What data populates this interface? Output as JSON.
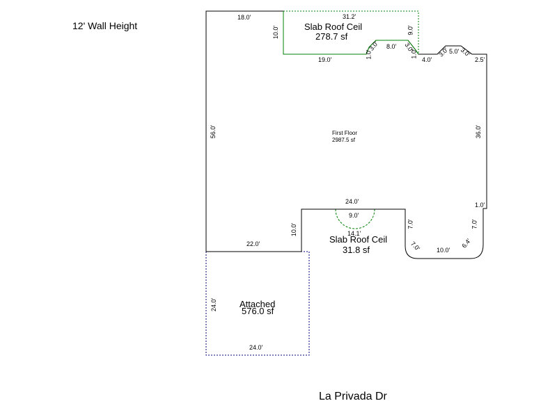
{
  "wall_height": "12' Wall Height",
  "street": "La Privada Dr",
  "colors": {
    "wall": "#000000",
    "slab": "#008000",
    "attached": "#000080"
  },
  "areas": {
    "first_floor": {
      "name": "First Floor",
      "area": "2987.5 sf"
    },
    "slab_top": {
      "name": "Slab Roof Ceil",
      "area": "278.7 sf"
    },
    "slab_bottom": {
      "name": "Slab Roof Ceil",
      "area": "31.8 sf"
    },
    "attached": {
      "name": "Attached",
      "area": "576.0 sf"
    }
  },
  "dims": {
    "top_18": "18.0'",
    "top_31_2": "31.2'",
    "left_10_top": "10.0'",
    "right_9_top": "9.0'",
    "bot_19": "19.0'",
    "seg_1": "1.0'",
    "seg_3a": "3.0'",
    "seg_8": "8.0'",
    "seg_3b": "3.0'",
    "seg_1b": "1.0'",
    "seg_4": "4.0'",
    "bay_3a": "3.0'",
    "bay_5": "5.0'",
    "bay_3b": "3.0'",
    "seg_2_5": "2.5'",
    "left_56": "56.0'",
    "right_36": "36.0'",
    "seg_1_0_right": "1.0'",
    "mid_24": "24.0'",
    "arc_9": "9.0'",
    "arc_14_1": "14.1'",
    "left_10_mid": "10.0'",
    "bottom_22": "22.0'",
    "r_7a": "7.0'",
    "r_7b": "7.0'",
    "r_7c": "7.0'",
    "r_10": "10.0'",
    "r_6_4": "6.4'",
    "att_24_left": "24.0'",
    "att_24_bottom": "24.0'"
  }
}
